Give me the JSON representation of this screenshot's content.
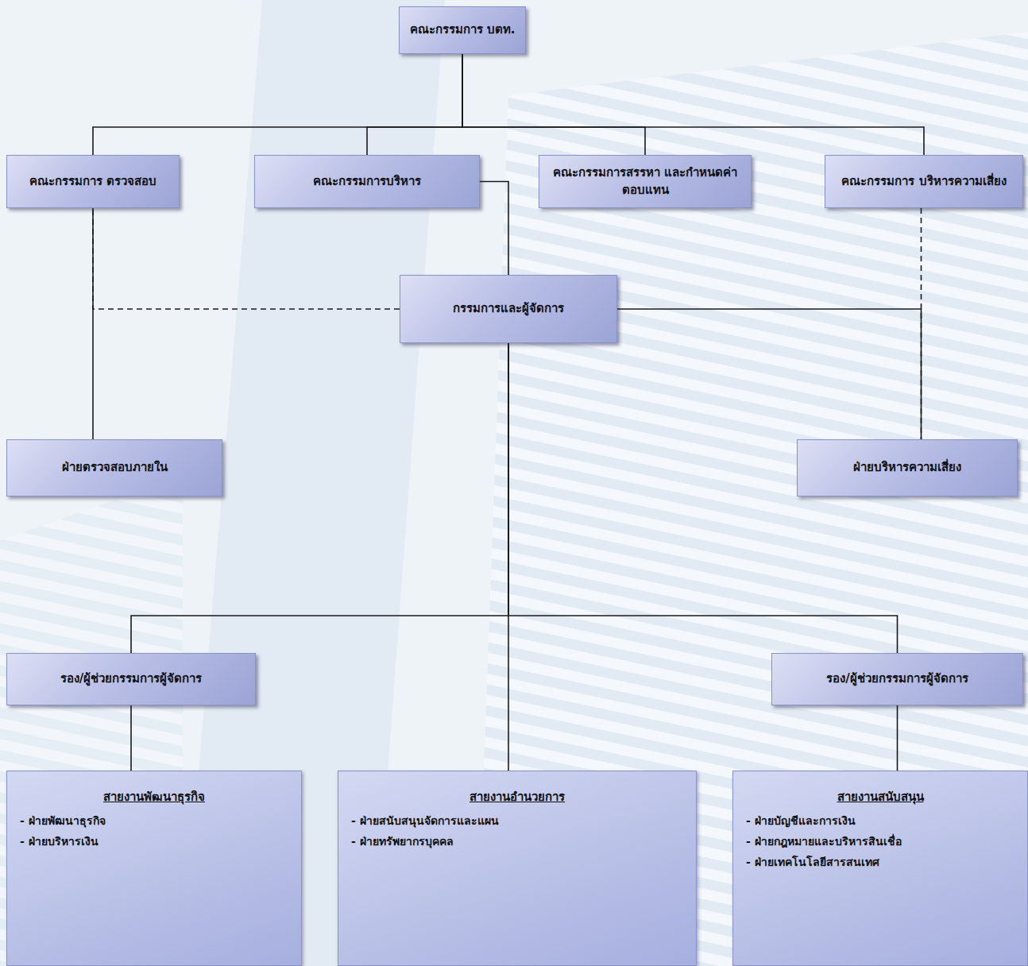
{
  "diagram": {
    "nodes": [
      {
        "text": [
          "คณะกรรมการ บตท."
        ]
      },
      {
        "text": [
          "คณะกรรมการ ตรวจสอบ"
        ]
      },
      {
        "text": [
          "คณะกรรมการบริหาร"
        ]
      },
      {
        "text": [
          "คณะกรรมการสรรหา และกำหนดค่าตอบแทน"
        ]
      },
      {
        "text": [
          "คณะกรรมการ บริหารความเสี่ยง"
        ]
      },
      {
        "text": [
          "กรรมการและผู้จัดการ"
        ]
      },
      {
        "text": [
          "ฝ่ายตรวจสอบภายใน"
        ]
      },
      {
        "text": [
          "ฝ่ายบริหารความเสี่ยง"
        ]
      },
      {
        "text": [
          "รอง/ผู้ช่วยกรรมการผู้จัดการ"
        ]
      },
      {
        "text": [
          "รอง/ผู้ช่วยกรรมการผู้จัดการ"
        ]
      },
      {
        "text": [
          "สายงานพัฒนาธุรกิจ",
          "- ฝ่ายพัฒนาธุรกิจ",
          "- ฝ่ายบริหารเงิน"
        ]
      },
      {
        "text": [
          "สายงานอำนวยการ",
          "- ฝ่ายสนับสนุนจัดการและแผน",
          "- ฝ่ายทรัพยากรบุคคล"
        ]
      },
      {
        "text": [
          "สายงานสนับสนุน",
          "- ฝ่ายบัญชีและการเงิน",
          "- ฝ่ายกฎหมายและบริหารสินเชื่อ",
          "- ฝ่ายเทคโนโลยีสารสนเทศ"
        ]
      }
    ],
    "edges": [
      {
        "from": 0,
        "to": 1,
        "arrow": "none"
      },
      {
        "from": 0,
        "to": 2,
        "arrow": "none"
      },
      {
        "from": 0,
        "to": 3,
        "arrow": "none"
      },
      {
        "from": 0,
        "to": 4,
        "arrow": "none"
      },
      {
        "from": 5,
        "to": 1,
        "arrow": "none"
      },
      {
        "from": 1,
        "to": 6,
        "arrow": "none"
      },
      {
        "from": 2,
        "to": 5,
        "arrow": "none"
      },
      {
        "from": 4,
        "to": 7,
        "arrow": "none"
      },
      {
        "from": 5,
        "to": 7,
        "arrow": "none"
      },
      {
        "from": 5,
        "to": 8,
        "arrow": "none"
      },
      {
        "from": 5,
        "to": 11,
        "arrow": "none"
      },
      {
        "from": 5,
        "to": 9,
        "arrow": "none"
      },
      {
        "from": 8,
        "to": 10,
        "arrow": "none"
      },
      {
        "from": 9,
        "to": 12,
        "arrow": "none"
      }
    ]
  }
}
